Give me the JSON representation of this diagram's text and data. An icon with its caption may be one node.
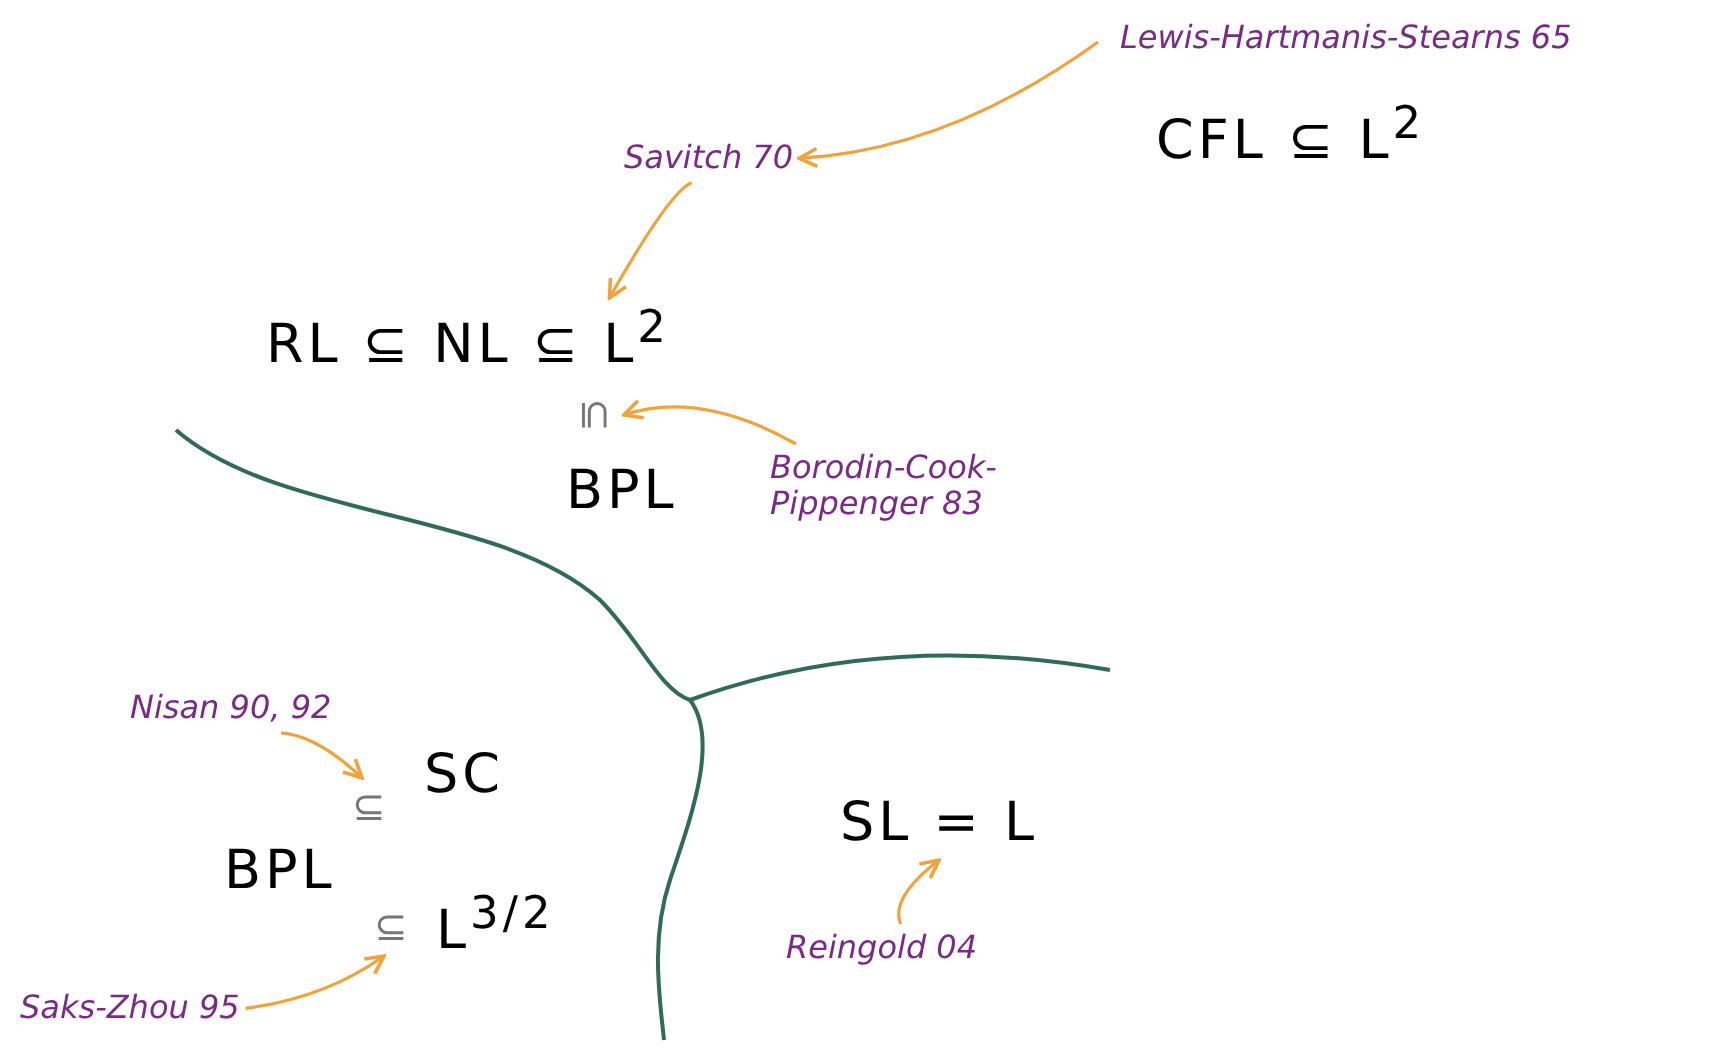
{
  "diagram": {
    "nodes": [
      {
        "text": [
          "Lewis-Hartmanis-Stearns 65"
        ]
      },
      {
        "text": [
          "CFL ⊆ L$^{2}$"
        ]
      },
      {
        "text": [
          "Savitch 70"
        ]
      },
      {
        "text": [
          "RL ⊆ NL ⊆ L$^{2}$"
        ]
      },
      {
        "text": [
          "⊆"
        ]
      },
      {
        "text": [
          "BPL"
        ]
      },
      {
        "text": [
          "Borodin-Cook-Pippenger 83"
        ]
      },
      {
        "text": [
          "Nisan 90, 92"
        ]
      },
      {
        "text": [
          "⊆"
        ]
      },
      {
        "text": [
          "SC"
        ]
      },
      {
        "text": [
          "BPL"
        ]
      },
      {
        "text": [
          "⊆"
        ]
      },
      {
        "text": [
          "L$^{3/2}$"
        ]
      },
      {
        "text": [
          "Saks-Zhou 95"
        ]
      },
      {
        "text": [
          "SL = L"
        ]
      },
      {
        "text": [
          "Reingold 04"
        ]
      }
    ],
    "edges": [
      {
        "from": 0,
        "to": 2,
        "arrow": "to"
      },
      {
        "from": 2,
        "to": 3,
        "arrow": "to"
      },
      {
        "from": 6,
        "to": 4,
        "arrow": "to"
      },
      {
        "from": 7,
        "to": 8,
        "arrow": "to"
      },
      {
        "from": 13,
        "to": 11,
        "arrow": "to"
      },
      {
        "from": 15,
        "to": 14,
        "arrow": "to"
      }
    ]
  }
}
